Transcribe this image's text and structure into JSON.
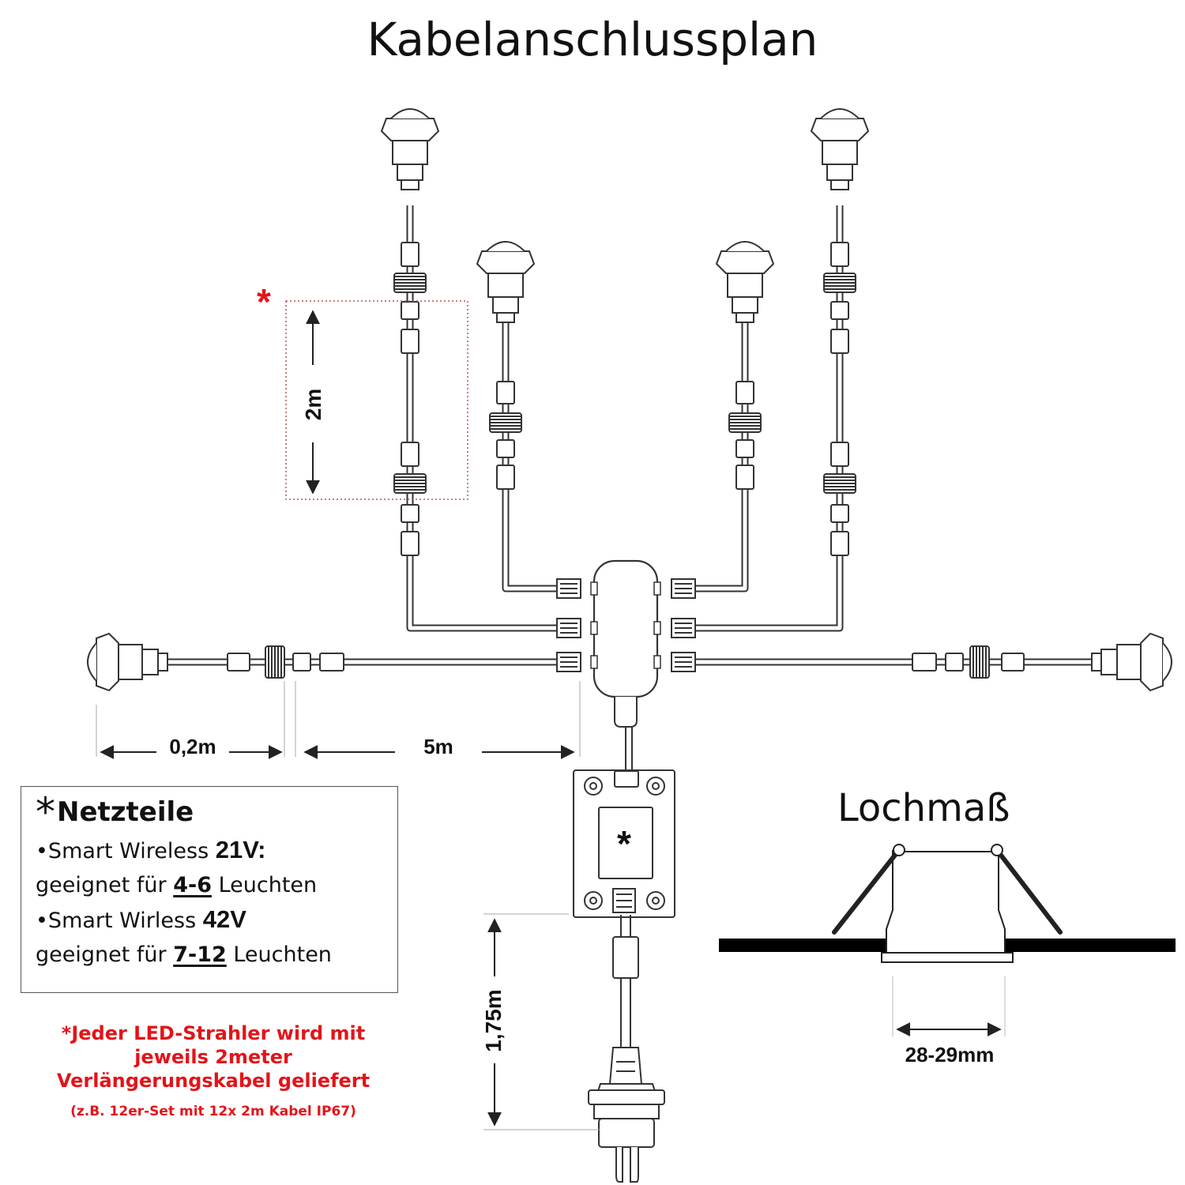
{
  "title": "Kabelanschlussplan",
  "measurements": {
    "extension_length": "2m",
    "lead_length": "0,2m",
    "main_cable_length": "5m",
    "power_cord_length": "1,75m",
    "hole_diameter": "28-29mm"
  },
  "markers": {
    "extension_asterisk": "*",
    "power_supply_asterisk": "*"
  },
  "hole_section": {
    "title": "Lochmaß"
  },
  "power_supply_box": {
    "heading_star": "*",
    "heading": "Netzteile",
    "line1_prefix": "•Smart Wireless ",
    "line1_voltage": "21V:",
    "line2_prefix": "geeignet für ",
    "line2_range": "4-6",
    "line2_suffix": " Leuchten",
    "line3_prefix": "•Smart Wirless ",
    "line3_voltage": "42V",
    "line4_prefix": "geeignet für ",
    "line4_range": "7-12",
    "line4_suffix": " Leuchten"
  },
  "note": {
    "line1": "*Jeder LED-Strahler wird mit",
    "line2": "jeweils 2meter",
    "line3": "Verlängerungskabel geliefert",
    "line4": "(z.B. 12er-Set mit 12x 2m Kabel IP67)"
  },
  "colors": {
    "line": "#333333",
    "accent": "#e2141a",
    "fill": "#ffffff"
  }
}
